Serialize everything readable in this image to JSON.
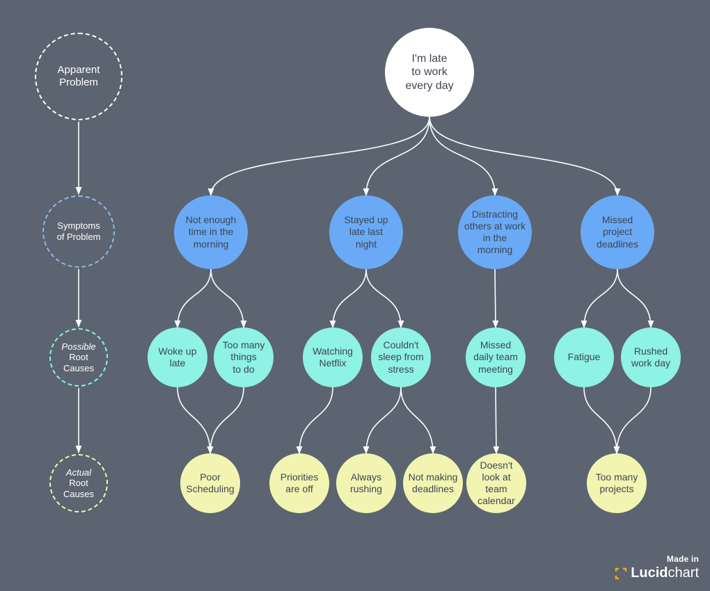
{
  "colors": {
    "background": "#5b6470",
    "problem": "#ffffff",
    "symptom": "#6aa9f5",
    "possible": "#8ef2e4",
    "actual": "#f2f5b2",
    "text": "#3d4652",
    "connector": "#ffffff",
    "brand_accent": "#f5a623"
  },
  "legend": [
    {
      "id": "apparent",
      "em": "",
      "rest": "Apparent\nProblem",
      "border": "#ffffff"
    },
    {
      "id": "symptoms",
      "em": "",
      "rest": "Symptoms\nof Problem",
      "border": "#8db9f2"
    },
    {
      "id": "possible",
      "em": "Possible",
      "rest": "Root\nCauses",
      "border": "#8ef2e4"
    },
    {
      "id": "actual",
      "em": "Actual",
      "rest": "Root\nCauses",
      "border": "#f2f5b2"
    }
  ],
  "nodes": {
    "problem": {
      "text": "I'm late\nto work\nevery day",
      "level": "problem"
    },
    "s1": {
      "text": "Not enough\ntime in the\nmorning",
      "level": "symptom"
    },
    "s2": {
      "text": "Stayed up\nlate last\nnight",
      "level": "symptom"
    },
    "s3": {
      "text": "Distracting\nothers at work\nin the\nmorning",
      "level": "symptom"
    },
    "s4": {
      "text": "Missed\nproject\ndeadlines",
      "level": "symptom"
    },
    "p1": {
      "text": "Woke up\nlate",
      "level": "possible"
    },
    "p2": {
      "text": "Too many\nthings\nto do",
      "level": "possible"
    },
    "p3": {
      "text": "Watching\nNetflix",
      "level": "possible"
    },
    "p4": {
      "text": "Couldn't\nsleep from\nstress",
      "level": "possible"
    },
    "p5": {
      "text": "Missed\ndaily team\nmeeting",
      "level": "possible"
    },
    "p6": {
      "text": "Fatigue",
      "level": "possible"
    },
    "p7": {
      "text": "Rushed\nwork day",
      "level": "possible"
    },
    "a1": {
      "text": "Poor\nScheduling",
      "level": "actual"
    },
    "a2": {
      "text": "Priorities\nare off",
      "level": "actual"
    },
    "a3": {
      "text": "Always\nrushing",
      "level": "actual"
    },
    "a4": {
      "text": "Not making\ndeadlines",
      "level": "actual"
    },
    "a5": {
      "text": "Doesn't\nlook at\nteam\ncalendar",
      "level": "actual"
    },
    "a6": {
      "text": "Too many\nprojects",
      "level": "actual"
    }
  },
  "edges": [
    [
      "problem",
      "s1"
    ],
    [
      "problem",
      "s2"
    ],
    [
      "problem",
      "s3"
    ],
    [
      "problem",
      "s4"
    ],
    [
      "s1",
      "p1"
    ],
    [
      "s1",
      "p2"
    ],
    [
      "s2",
      "p3"
    ],
    [
      "s2",
      "p4"
    ],
    [
      "s3",
      "p5"
    ],
    [
      "s4",
      "p6"
    ],
    [
      "s4",
      "p7"
    ],
    [
      "p1",
      "a1"
    ],
    [
      "p2",
      "a1"
    ],
    [
      "p3",
      "a2"
    ],
    [
      "p4",
      "a3"
    ],
    [
      "p4",
      "a4"
    ],
    [
      "p5",
      "a5"
    ],
    [
      "p6",
      "a6"
    ],
    [
      "p7",
      "a6"
    ]
  ],
  "legend_edges": [
    [
      "apparent",
      "symptoms"
    ],
    [
      "symptoms",
      "possible"
    ],
    [
      "possible",
      "actual"
    ]
  ],
  "brand": {
    "made_in": "Made in",
    "logo_bold": "Lucid",
    "logo_light": "chart"
  }
}
